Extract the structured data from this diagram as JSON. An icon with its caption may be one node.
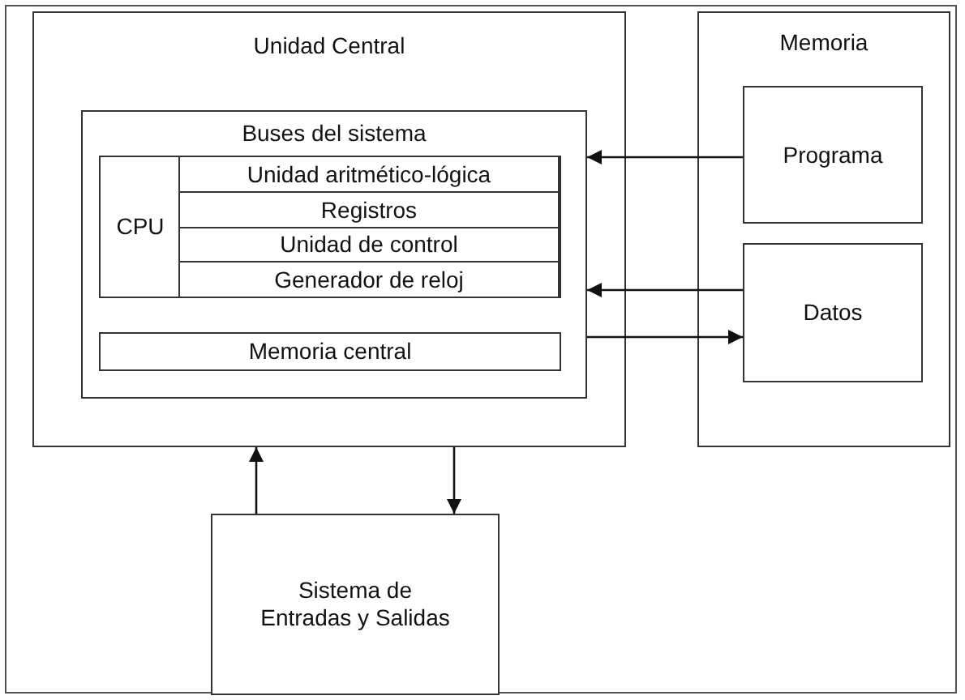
{
  "diagram": {
    "nodes": [
      {
        "text": [
          "Unidad Central"
        ]
      },
      {
        "text": [
          "Buses del sistema"
        ],
        "in": 0
      },
      {
        "text": [
          "CPU"
        ],
        "in": 1
      },
      {
        "text": [
          "Unidad aritmético-lógica"
        ],
        "in": 2
      },
      {
        "text": [
          "Registros"
        ],
        "in": 2
      },
      {
        "text": [
          "Unidad de control"
        ],
        "in": 2
      },
      {
        "text": [
          "Generador de reloj"
        ],
        "in": 2
      },
      {
        "text": [
          "Memoria central"
        ],
        "in": 1
      },
      {
        "text": [
          "Memoria"
        ]
      },
      {
        "text": [
          "Programa"
        ],
        "in": 8
      },
      {
        "text": [
          "Datos"
        ],
        "in": 8
      },
      {
        "text": [
          "Sistema de Entradas y Salidas"
        ]
      }
    ],
    "edges": [
      {
        "from": 9,
        "to": 1,
        "arrow": "to"
      },
      {
        "from": 10,
        "to": 1,
        "arrow": "to"
      },
      {
        "from": 1,
        "to": 10,
        "arrow": "to"
      },
      {
        "from": 11,
        "to": 0,
        "arrow": "to"
      },
      {
        "from": 0,
        "to": 11,
        "arrow": "to"
      }
    ]
  }
}
